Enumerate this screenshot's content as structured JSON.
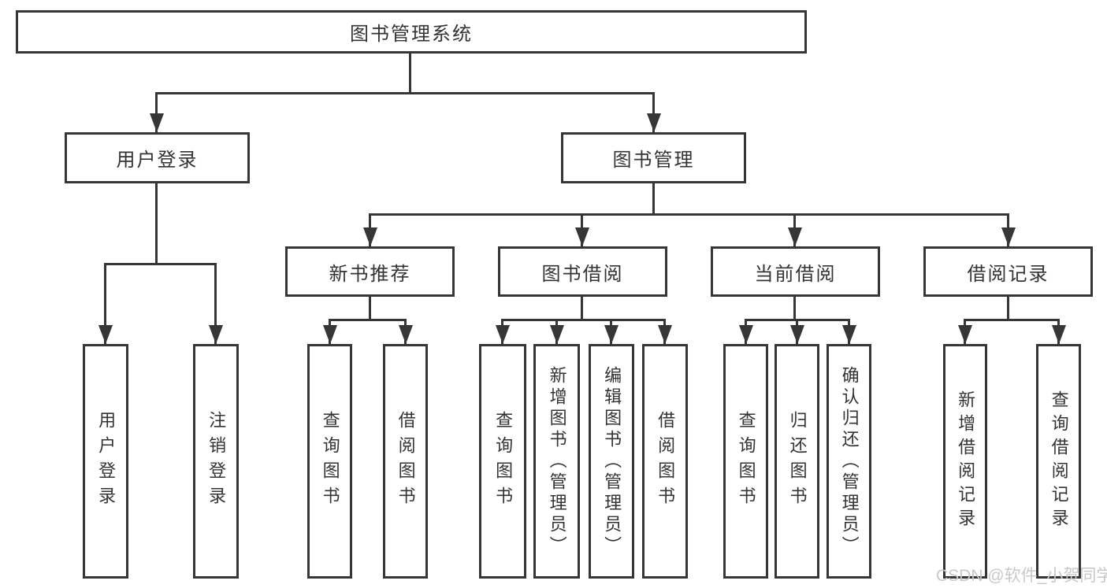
{
  "diagram": {
    "title": "图书管理系统",
    "nodes": {
      "root": "图书管理系统",
      "user_login": "用户登录",
      "book_mgmt": "图书管理",
      "new_book_rec": "新书推荐",
      "book_borrow": "图书借阅",
      "current_borrow": "当前借阅",
      "borrow_record": "借阅记录",
      "ul_user_login": "用户登录",
      "ul_logout": "注销登录",
      "nb_query_book": "查询图书",
      "nb_borrow_book": "借阅图书",
      "bb_query_book": "查询图书",
      "bb_add_book": "新增图书（管理员）",
      "bb_edit_book": "编辑图书（管理员）",
      "bb_borrow_book": "借阅图书",
      "cb_query_book": "查询图书",
      "cb_return_book": "归还图书",
      "cb_confirm_return": "确认归还（管理员）",
      "br_add_record": "新增借阅记录",
      "br_query_record": "查询借阅记录"
    },
    "hierarchy": {
      "图书管理系统": {
        "用户登录": [
          "用户登录",
          "注销登录"
        ],
        "图书管理": {
          "新书推荐": [
            "查询图书",
            "借阅图书"
          ],
          "图书借阅": [
            "查询图书",
            "新增图书（管理员）",
            "编辑图书（管理员）",
            "借阅图书"
          ],
          "当前借阅": [
            "查询图书",
            "归还图书",
            "确认归还（管理员）"
          ],
          "借阅记录": [
            "新增借阅记录",
            "查询借阅记录"
          ]
        }
      }
    },
    "colors": {
      "line": "#363636",
      "text": "#333333",
      "background": "#ffffff",
      "watermark": "#c8c8c8"
    }
  },
  "watermark": "CSDN @软件_小贺同学"
}
